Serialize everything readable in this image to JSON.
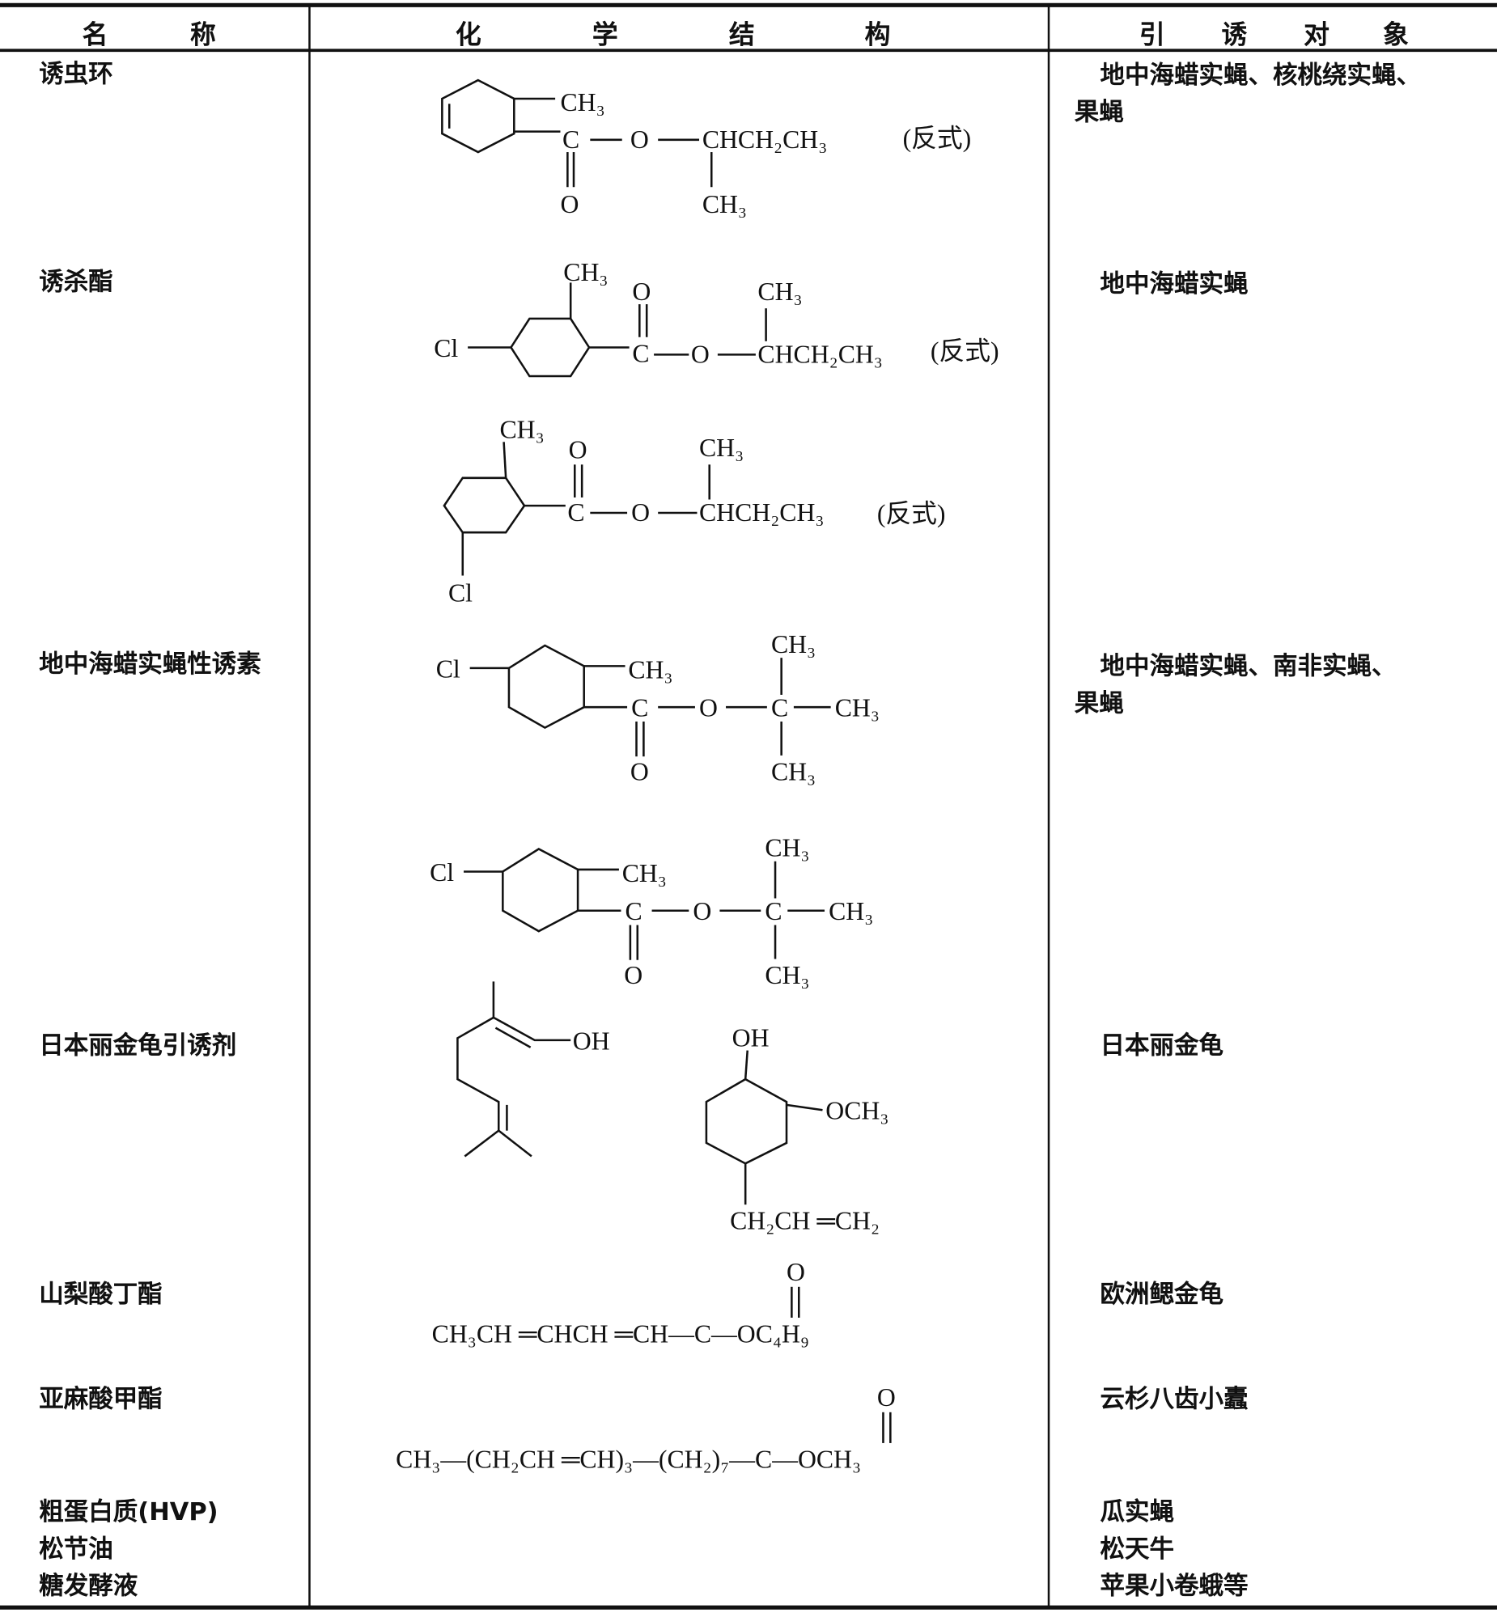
{
  "header": {
    "name": [
      "名",
      "称"
    ],
    "structure": [
      "化",
      "学",
      "结",
      "构"
    ],
    "target": [
      "引",
      "诱",
      "对",
      "象"
    ]
  },
  "rows": [
    {
      "name": "诱虫环",
      "target": [
        "地中海蜡实蝇、核桃绕实蝇、",
        "果蝇"
      ]
    },
    {
      "name": "诱杀酯",
      "target": [
        "地中海蜡实蝇"
      ]
    },
    {
      "name": "地中海蜡实蝇性诱素",
      "target": [
        "地中海蜡实蝇、南非实蝇、",
        "果蝇"
      ]
    },
    {
      "name": "日本丽金龟引诱剂",
      "target": [
        "日本丽金龟"
      ]
    },
    {
      "name": "山梨酸丁酯",
      "target": [
        "欧洲鳃金龟"
      ]
    },
    {
      "name": "亚麻酸甲酯",
      "target": [
        "云杉八齿小蠹"
      ]
    },
    {
      "name": "粗蛋白质(HVP)",
      "target": [
        "瓜实蝇"
      ]
    },
    {
      "name": "松节油",
      "target": [
        "松天牛"
      ]
    },
    {
      "name": "糖发酵液",
      "target": [
        "苹果小卷蛾等"
      ]
    }
  ],
  "formulas": {
    "s1": {
      "ch3": "CH₃",
      "c": "C",
      "o": "O",
      "chain": "CHCH₂CH₃",
      "ch3b": "CH₃",
      "oc": "O",
      "iso": "(反式)"
    },
    "s2": {
      "cl": "Cl",
      "ch3": "CH₃",
      "oc": "O",
      "c": "C",
      "o": "O",
      "ch3b": "CH₃",
      "chain": "CHCH₂CH₃",
      "iso": "(反式)"
    },
    "s3": {
      "ch3": "CH₃",
      "oc": "O",
      "c": "C",
      "o": "O",
      "ch3b": "CH₃",
      "chain": "CHCH₂CH₃",
      "cl": "Cl",
      "iso": "(反式)"
    },
    "s4": {
      "cl": "Cl",
      "ch3": "CH₃",
      "c": "C",
      "oc": "O",
      "o": "O",
      "ch3top": "CH₃",
      "cq": "C",
      "ch3right": "CH₃",
      "ch3bot": "CH₃"
    },
    "s5": {
      "cl": "Cl",
      "ch3": "CH₃",
      "c": "C",
      "oc": "O",
      "o": "O",
      "ch3top": "CH₃",
      "cq": "C",
      "ch3right": "CH₃",
      "ch3bot": "CH₃"
    },
    "s6": {
      "oh1": "OH",
      "oh2": "OH",
      "och3": "OCH₃",
      "allyl": "CH₂CH ═CH₂"
    },
    "s7": {
      "o": "O",
      "formula": "CH₃CH ═CHCH ═CH—C—OC₄H₉"
    },
    "s8": {
      "o": "O",
      "formula": "CH₃—(CH₂CH ═CH)₃—(CH₂)₇—C—OCH₃"
    }
  }
}
